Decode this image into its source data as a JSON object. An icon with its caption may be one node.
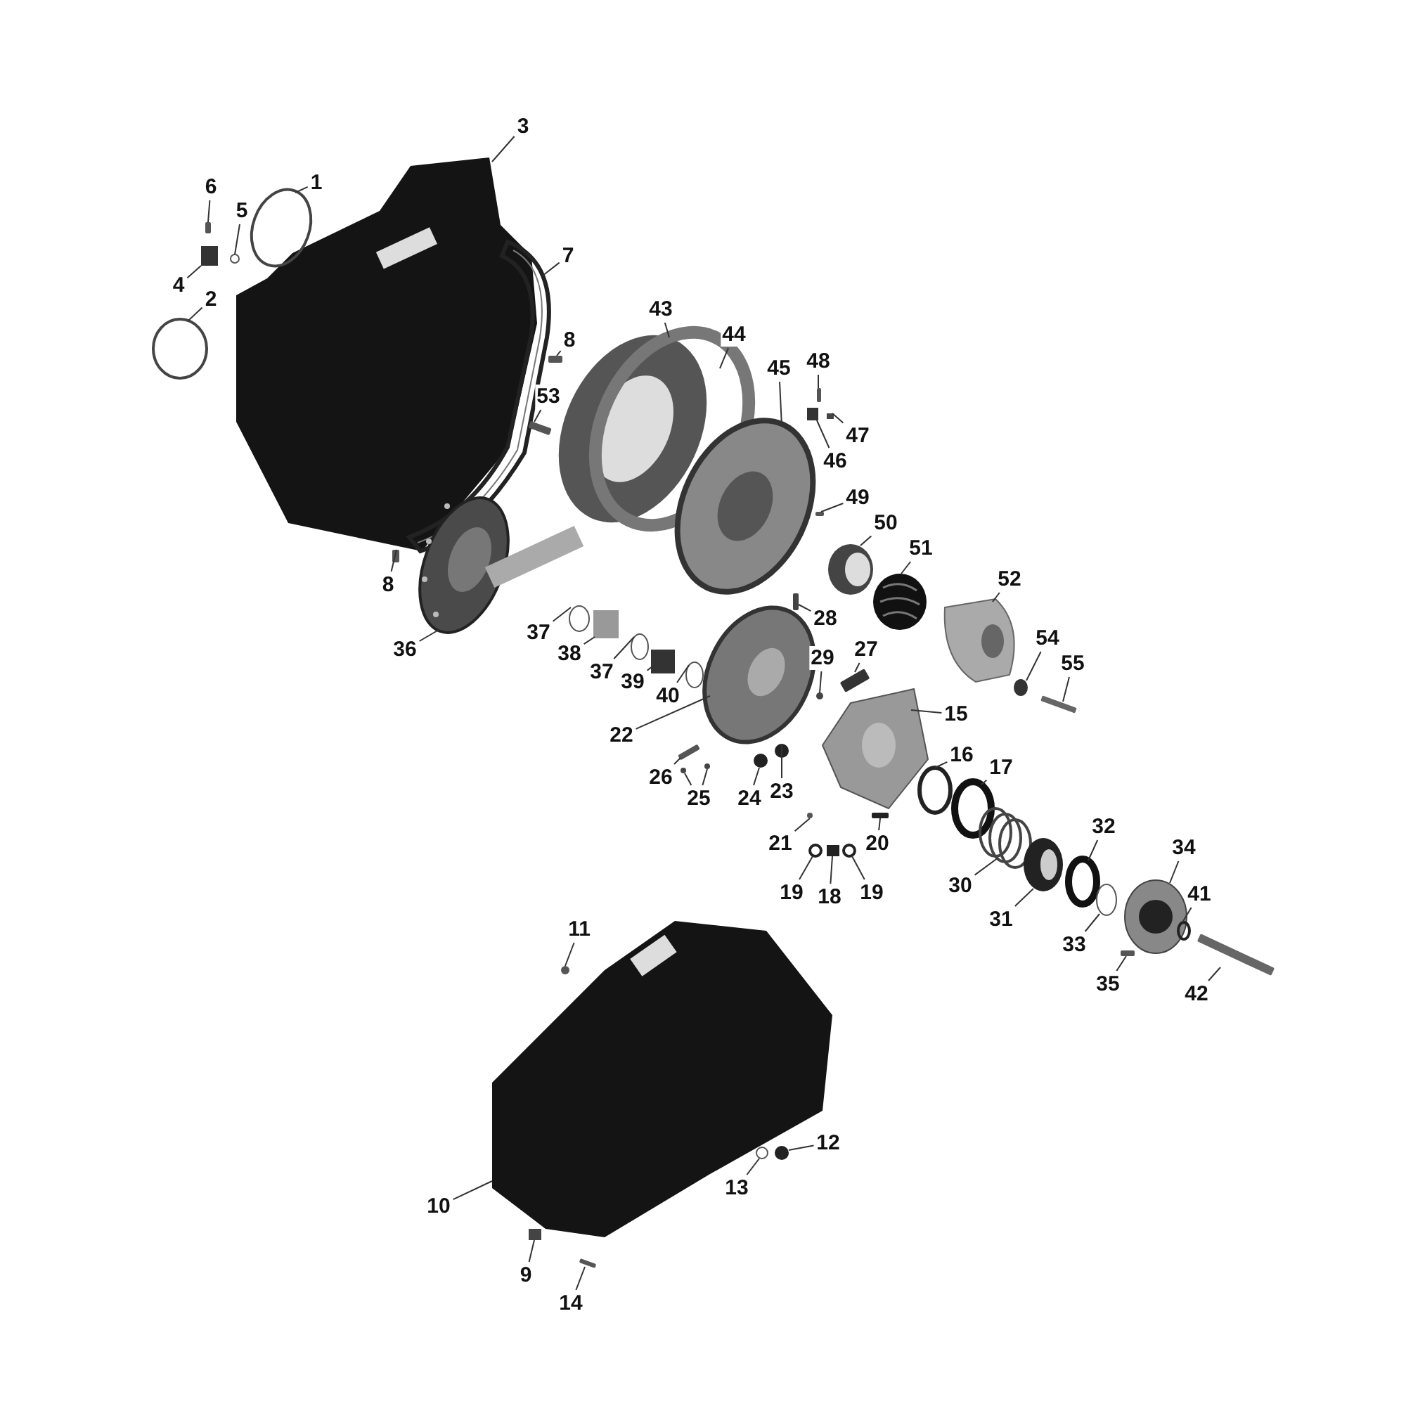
{
  "diagram": {
    "nodes": [
      {
        "text": [
          "3"
        ]
      },
      {
        "text": [
          "1"
        ]
      },
      {
        "text": [
          "6"
        ]
      },
      {
        "text": [
          "5"
        ]
      },
      {
        "text": [
          "7"
        ]
      },
      {
        "text": [
          "4"
        ]
      },
      {
        "text": [
          "2"
        ]
      },
      {
        "text": [
          "43"
        ]
      },
      {
        "text": [
          "8"
        ]
      },
      {
        "text": [
          "44"
        ]
      },
      {
        "text": [
          "48"
        ]
      },
      {
        "text": [
          "45"
        ]
      },
      {
        "text": [
          "53"
        ]
      },
      {
        "text": [
          "47"
        ]
      },
      {
        "text": [
          "46"
        ]
      },
      {
        "text": [
          "49"
        ]
      },
      {
        "text": [
          "50"
        ]
      },
      {
        "text": [
          "51"
        ]
      },
      {
        "text": [
          "8"
        ]
      },
      {
        "text": [
          "52"
        ]
      },
      {
        "text": [
          "28"
        ]
      },
      {
        "text": [
          "37"
        ]
      },
      {
        "text": [
          "54"
        ]
      },
      {
        "text": [
          "36"
        ]
      },
      {
        "text": [
          "27"
        ]
      },
      {
        "text": [
          "38"
        ]
      },
      {
        "text": [
          "29"
        ]
      },
      {
        "text": [
          "55"
        ]
      },
      {
        "text": [
          "37"
        ]
      },
      {
        "text": [
          "39"
        ]
      },
      {
        "text": [
          "40"
        ]
      },
      {
        "text": [
          "15"
        ]
      },
      {
        "text": [
          "22"
        ]
      },
      {
        "text": [
          "16"
        ]
      },
      {
        "text": [
          "17"
        ]
      },
      {
        "text": [
          "26"
        ]
      },
      {
        "text": [
          "23"
        ]
      },
      {
        "text": [
          "25"
        ]
      },
      {
        "text": [
          "24"
        ]
      },
      {
        "text": [
          "32"
        ]
      },
      {
        "text": [
          "21"
        ]
      },
      {
        "text": [
          "20"
        ]
      },
      {
        "text": [
          "34"
        ]
      },
      {
        "text": [
          "30"
        ]
      },
      {
        "text": [
          "19"
        ]
      },
      {
        "text": [
          "41"
        ]
      },
      {
        "text": [
          "18"
        ]
      },
      {
        "text": [
          "19"
        ]
      },
      {
        "text": [
          "31"
        ]
      },
      {
        "text": [
          "11"
        ]
      },
      {
        "text": [
          "33"
        ]
      },
      {
        "text": [
          "35"
        ]
      },
      {
        "text": [
          "42"
        ]
      },
      {
        "text": [
          "12"
        ]
      },
      {
        "text": [
          "13"
        ]
      },
      {
        "text": [
          "10"
        ]
      },
      {
        "text": [
          "9"
        ]
      },
      {
        "text": [
          "14"
        ]
      },
      {
        "text": [],
        "shape": "picture"
      },
      {
        "text": [],
        "shape": "circle"
      },
      {
        "text": [],
        "shape": "bar"
      },
      {
        "text": [],
        "shape": "circle"
      },
      {
        "text": [],
        "shape": "picture"
      },
      {
        "text": [],
        "shape": "box"
      },
      {
        "text": [],
        "shape": "circle"
      },
      {
        "text": [],
        "shape": "picture"
      },
      {
        "text": [],
        "shape": "bar"
      },
      {
        "text": [],
        "shape": "circle"
      },
      {
        "text": [],
        "shape": "bar"
      },
      {
        "text": [],
        "shape": "picture"
      },
      {
        "text": [],
        "shape": "bar"
      },
      {
        "text": [],
        "shape": "box"
      },
      {
        "text": [],
        "shape": "box"
      },
      {
        "text": [],
        "shape": "bar"
      },
      {
        "text": [],
        "shape": "picture"
      },
      {
        "text": [],
        "shape": "picture"
      },
      {
        "text": [],
        "shape": "bar"
      },
      {
        "text": [],
        "shape": "picture"
      },
      {
        "text": [],
        "shape": "bar"
      },
      {
        "text": [],
        "shape": "circle"
      },
      {
        "text": [],
        "shape": "circle"
      },
      {
        "text": [],
        "shape": "picture"
      },
      {
        "text": [],
        "shape": "bar"
      },
      {
        "text": [],
        "shape": "box"
      },
      {
        "text": [],
        "shape": "circle"
      },
      {
        "text": [],
        "shape": "bar"
      },
      {
        "text": [],
        "shape": "circle"
      },
      {
        "text": [],
        "shape": "box"
      },
      {
        "text": [],
        "shape": "circle"
      },
      {
        "text": [],
        "shape": "picture"
      },
      {
        "text": [],
        "shape": "picture"
      },
      {
        "text": [],
        "shape": "circle"
      },
      {
        "text": [],
        "shape": "circle"
      },
      {
        "text": [],
        "shape": "bar"
      },
      {
        "text": [],
        "shape": "circle"
      },
      {
        "text": [],
        "shape": "circle"
      },
      {
        "text": [],
        "shape": "circle"
      },
      {
        "text": [],
        "shape": "circle"
      },
      {
        "text": [],
        "shape": "circle"
      },
      {
        "text": [],
        "shape": "circle"
      },
      {
        "text": [],
        "shape": "bar"
      },
      {
        "text": [],
        "shape": "picture"
      },
      {
        "text": [],
        "shape": "picture"
      },
      {
        "text": [],
        "shape": "circle"
      },
      {
        "text": [],
        "shape": "circle"
      },
      {
        "text": [],
        "shape": "box"
      },
      {
        "text": [],
        "shape": "circle"
      },
      {
        "text": [],
        "shape": "picture"
      },
      {
        "text": [],
        "shape": "circle"
      },
      {
        "text": [],
        "shape": "circle"
      },
      {
        "text": [],
        "shape": "bar"
      },
      {
        "text": [],
        "shape": "bar"
      },
      {
        "text": [],
        "shape": "circle"
      },
      {
        "text": [],
        "shape": "circle"
      },
      {
        "text": [],
        "shape": "picture"
      },
      {
        "text": [],
        "shape": "box"
      },
      {
        "text": [],
        "shape": "bar"
      }
    ],
    "edges": [
      {
        "from": 0,
        "to": 58,
        "arrow": "none"
      },
      {
        "from": 1,
        "to": 59,
        "arrow": "none"
      },
      {
        "from": 2,
        "to": 60,
        "arrow": "none"
      },
      {
        "from": 3,
        "to": 61,
        "arrow": "none"
      },
      {
        "from": 4,
        "to": 62,
        "arrow": "none"
      },
      {
        "from": 5,
        "to": 63,
        "arrow": "none"
      },
      {
        "from": 6,
        "to": 64,
        "arrow": "none"
      },
      {
        "from": 7,
        "to": 65,
        "arrow": "none"
      },
      {
        "from": 8,
        "to": 66,
        "arrow": "none"
      },
      {
        "from": 9,
        "to": 67,
        "arrow": "none"
      },
      {
        "from": 10,
        "to": 68,
        "arrow": "none"
      },
      {
        "from": 11,
        "to": 69,
        "arrow": "none"
      },
      {
        "from": 12,
        "to": 70,
        "arrow": "none"
      },
      {
        "from": 13,
        "to": 71,
        "arrow": "none"
      },
      {
        "from": 14,
        "to": 72,
        "arrow": "none"
      },
      {
        "from": 15,
        "to": 73,
        "arrow": "none"
      },
      {
        "from": 16,
        "to": 74,
        "arrow": "none"
      },
      {
        "from": 17,
        "to": 75,
        "arrow": "none"
      },
      {
        "from": 18,
        "to": 76,
        "arrow": "none"
      },
      {
        "from": 19,
        "to": 77,
        "arrow": "none"
      },
      {
        "from": 20,
        "to": 78,
        "arrow": "none"
      },
      {
        "from": 21,
        "to": 79,
        "arrow": "none"
      },
      {
        "from": 22,
        "to": 80,
        "arrow": "none"
      },
      {
        "from": 23,
        "to": 81,
        "arrow": "none"
      },
      {
        "from": 24,
        "to": 82,
        "arrow": "none"
      },
      {
        "from": 25,
        "to": 83,
        "arrow": "none"
      },
      {
        "from": 26,
        "to": 84,
        "arrow": "none"
      },
      {
        "from": 27,
        "to": 85,
        "arrow": "none"
      },
      {
        "from": 28,
        "to": 86,
        "arrow": "none"
      },
      {
        "from": 29,
        "to": 87,
        "arrow": "none"
      },
      {
        "from": 30,
        "to": 88,
        "arrow": "none"
      },
      {
        "from": 31,
        "to": 89,
        "arrow": "none"
      },
      {
        "from": 32,
        "to": 90,
        "arrow": "none"
      },
      {
        "from": 33,
        "to": 91,
        "arrow": "none"
      },
      {
        "from": 34,
        "to": 92,
        "arrow": "none"
      },
      {
        "from": 35,
        "to": 93,
        "arrow": "none"
      },
      {
        "from": 36,
        "to": 94,
        "arrow": "none"
      },
      {
        "from": 37,
        "to": 95,
        "arrow": "none"
      },
      {
        "from": 37,
        "to": 96,
        "arrow": "none"
      },
      {
        "from": 38,
        "to": 97,
        "arrow": "none"
      },
      {
        "from": 39,
        "to": 98,
        "arrow": "none"
      },
      {
        "from": 40,
        "to": 99,
        "arrow": "none"
      },
      {
        "from": 41,
        "to": 100,
        "arrow": "none"
      },
      {
        "from": 42,
        "to": 101,
        "arrow": "none"
      },
      {
        "from": 43,
        "to": 102,
        "arrow": "none"
      },
      {
        "from": 44,
        "to": 103,
        "arrow": "none"
      },
      {
        "from": 45,
        "to": 104,
        "arrow": "none"
      },
      {
        "from": 46,
        "to": 105,
        "arrow": "none"
      },
      {
        "from": 47,
        "to": 106,
        "arrow": "none"
      },
      {
        "from": 48,
        "to": 107,
        "arrow": "none"
      },
      {
        "from": 49,
        "to": 108,
        "arrow": "none"
      },
      {
        "from": 50,
        "to": 109,
        "arrow": "none"
      },
      {
        "from": 51,
        "to": 110,
        "arrow": "none"
      },
      {
        "from": 52,
        "to": 111,
        "arrow": "none"
      },
      {
        "from": 53,
        "to": 112,
        "arrow": "none"
      },
      {
        "from": 54,
        "to": 113,
        "arrow": "none"
      },
      {
        "from": 55,
        "to": 114,
        "arrow": "none"
      },
      {
        "from": 56,
        "to": 115,
        "arrow": "none"
      },
      {
        "from": 57,
        "to": 116,
        "arrow": "none"
      }
    ]
  }
}
